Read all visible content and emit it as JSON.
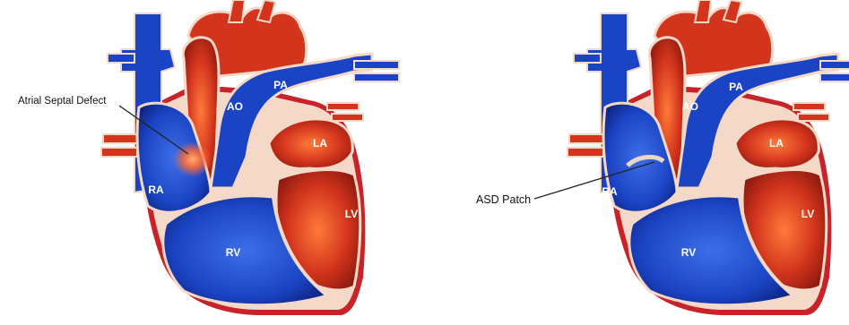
{
  "panels": [
    {
      "id": "before",
      "callout": "Atrial Septal Defect",
      "chambers": {
        "ao": "AO",
        "pa": "PA",
        "la": "LA",
        "ra": "RA",
        "lv": "LV",
        "rv": "RV"
      }
    },
    {
      "id": "after",
      "callout": "ASD Patch",
      "chambers": {
        "ao": "AO",
        "pa": "PA",
        "la": "LA",
        "ra": "RA",
        "lv": "LV",
        "rv": "RV"
      }
    }
  ],
  "colors": {
    "oxygenated": "#d2341c",
    "oxygenated_dark": "#8e1a10",
    "deoxygenated": "#1b44c4",
    "deoxygenated_dark": "#0c1f78",
    "wall": "#f4d9c8",
    "pericardium": "#c8232a",
    "defect_glow": "#ff6a3a"
  }
}
